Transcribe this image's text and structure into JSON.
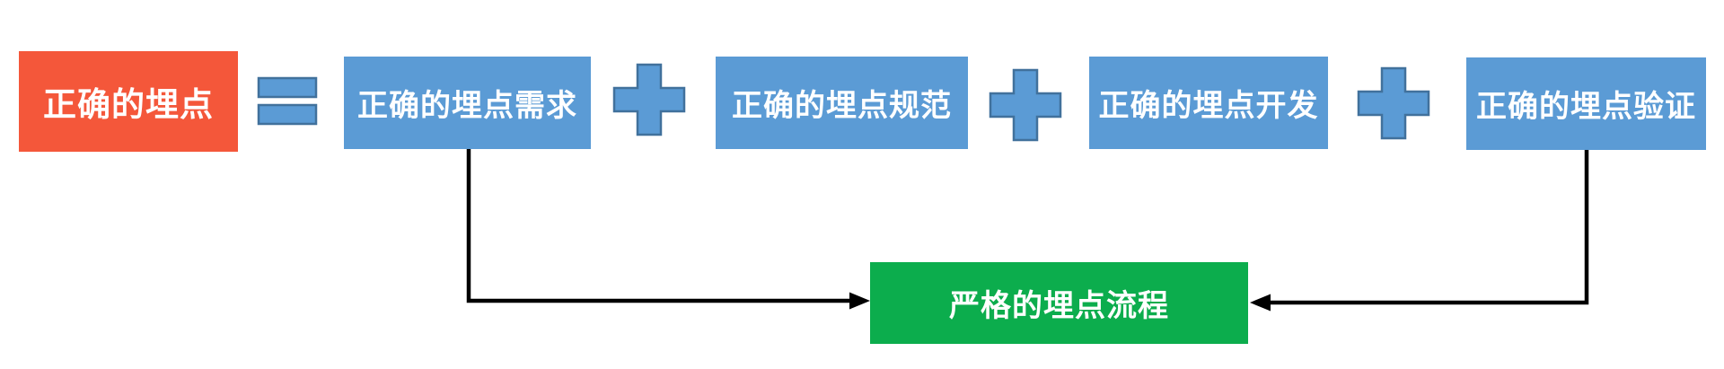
{
  "diagram": {
    "result": {
      "label": "正确的埋点"
    },
    "operators": {
      "equals_symbol": "=",
      "plus_symbol": "+"
    },
    "components": [
      {
        "label": "正确的埋点需求"
      },
      {
        "label": "正确的埋点规范"
      },
      {
        "label": "正确的埋点开发"
      },
      {
        "label": "正确的埋点验证"
      }
    ],
    "process": {
      "label": "严格的埋点流程"
    },
    "colors": {
      "result_fill": "#F4573A",
      "component_fill": "#5B9BD5",
      "operator_fill": "#5B9BD5",
      "operator_border": "#41719C",
      "process_fill": "#0CAD4D",
      "text": "#FFFFFF",
      "connector": "#000000"
    }
  }
}
